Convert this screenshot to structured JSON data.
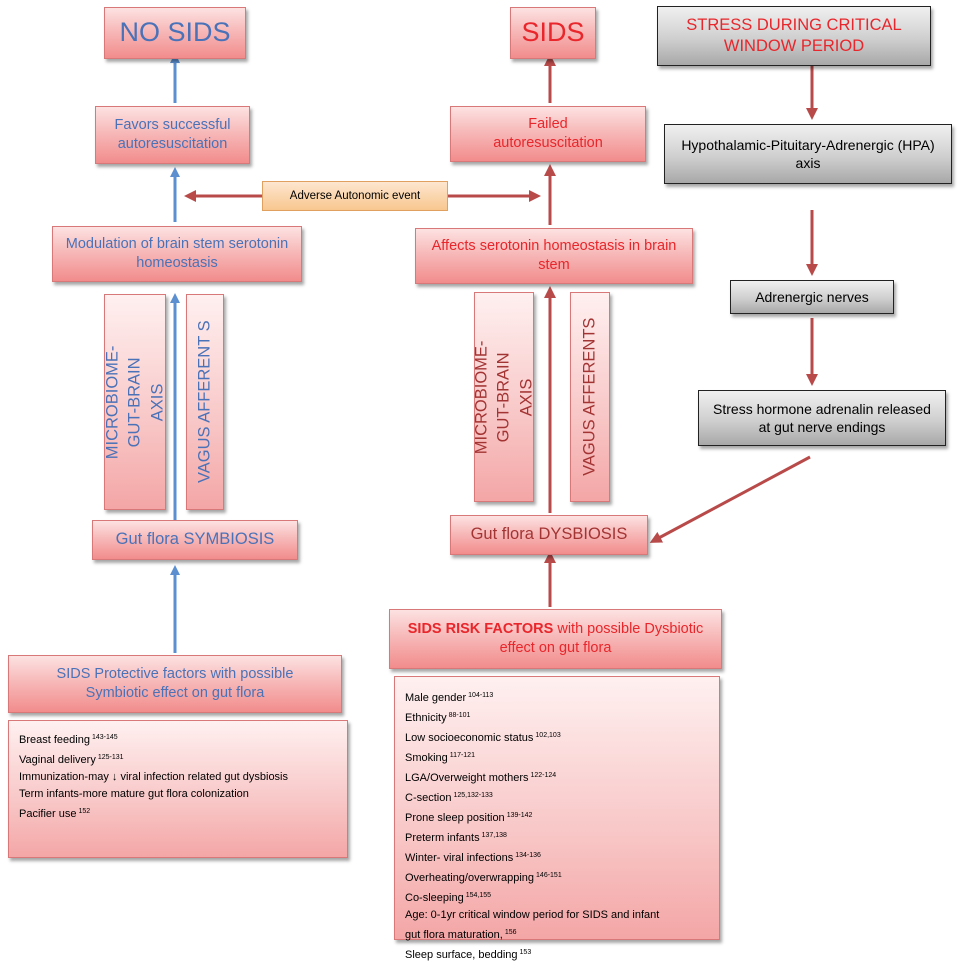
{
  "outcomes": {
    "no_sids": "NO SIDS",
    "sids": "SIDS"
  },
  "stress": {
    "critical_window": "STRESS DURING CRITICAL WINDOW PERIOD",
    "hpa_axis": "Hypothalamic-Pituitary-Adrenergic (HPA) axis",
    "adrenergic_nerves": "Adrenergic nerves",
    "adrenalin": "Stress hormone adrenalin released at gut nerve endings"
  },
  "left": {
    "autoresuscitation": "Favors successful autoresuscitation",
    "modulation": "Modulation of brain stem serotonin homeostasis",
    "axis": "MICROBIOME-GUT-BRAIN AXIS",
    "vagus": "VAGUS AFFERENT S",
    "gut_flora": "Gut flora SYMBIOSIS",
    "protective_title": "SIDS Protective factors with possible Symbiotic effect on gut flora",
    "protective_items": [
      {
        "text": "Breast feeding",
        "ref": "143-145"
      },
      {
        "text": "Vaginal delivery",
        "ref": "125-131"
      },
      {
        "text": "Immunization-may ↓ viral infection related gut dysbiosis",
        "ref": ""
      },
      {
        "text": "Term infants-more mature gut flora colonization",
        "ref": ""
      },
      {
        "text": "Pacifier use",
        "ref": "152"
      }
    ]
  },
  "center": {
    "adverse_event": "Adverse Autonomic event",
    "autoresuscitation": "Failed autoresuscitation",
    "serotonin": "Affects serotonin homeostasis in brain stem",
    "axis": "MICROBIOME-GUT-BRAIN AXIS",
    "vagus": "VAGUS AFFERENTS",
    "gut_flora": "Gut flora DYSBIOSIS",
    "risk_title_bold": "SIDS RISK FACTORS",
    "risk_title_rest": "with possible Dysbiotic effect on gut flora",
    "risk_items": [
      {
        "text": "Male gender",
        "ref": "104-113"
      },
      {
        "text": "Ethnicity",
        "ref": "88-101"
      },
      {
        "text": "Low socioeconomic status",
        "ref": "102,103"
      },
      {
        "text": "Smoking",
        "ref": "117-121"
      },
      {
        "text": "LGA/Overweight mothers",
        "ref": "122-124"
      },
      {
        "text": "C-section",
        "ref": "125,132-133"
      },
      {
        "text": "Prone sleep position",
        "ref": "139-142"
      },
      {
        "text": "Preterm infants",
        "ref": "137,138"
      },
      {
        "text": "Winter- viral infections",
        "ref": "134-136"
      },
      {
        "text": "Overheating/overwrapping",
        "ref": "146-151"
      },
      {
        "text": "Co-sleeping",
        "ref": "154,155"
      },
      {
        "text": "Age:  0-1yr critical window period for SIDS and infant",
        "ref": ""
      },
      {
        "text": "gut flora maturation,",
        "ref": "156"
      },
      {
        "text": "Sleep surface, bedding",
        "ref": "153"
      }
    ]
  },
  "colors": {
    "blue_text": "#4a72b8",
    "red_text": "#e8262b",
    "blue_arrow": "#5b8fd0",
    "red_arrow": "#b94a4a"
  }
}
